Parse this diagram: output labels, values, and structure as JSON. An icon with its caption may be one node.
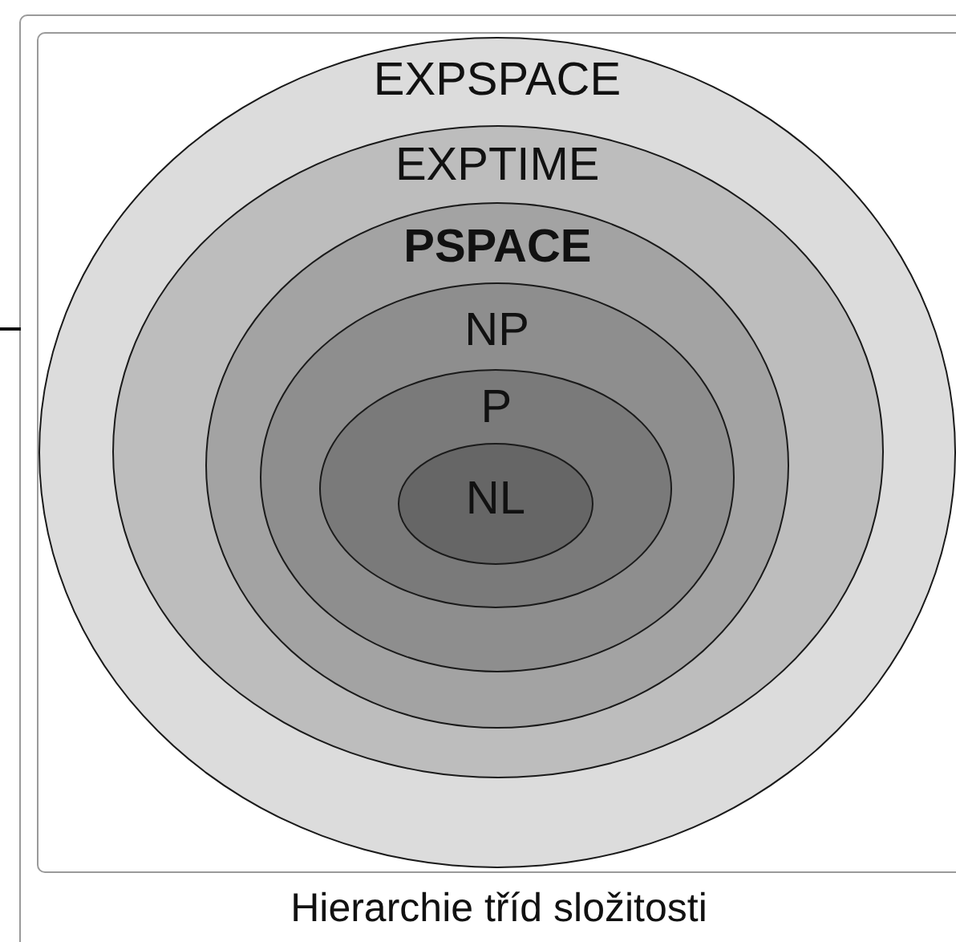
{
  "diagram": {
    "caption": "Hierarchie tříd složitosti",
    "nodes": [
      {
        "text": [
          "EXPSPACE"
        ]
      },
      {
        "text": [
          "EXPTIME"
        ],
        "in": 0
      },
      {
        "text": [
          "PSPACE"
        ],
        "in": 1
      },
      {
        "text": [
          "NP"
        ],
        "in": 2
      },
      {
        "text": [
          "P"
        ],
        "in": 3
      },
      {
        "text": [
          "NL"
        ],
        "in": 4
      }
    ]
  }
}
